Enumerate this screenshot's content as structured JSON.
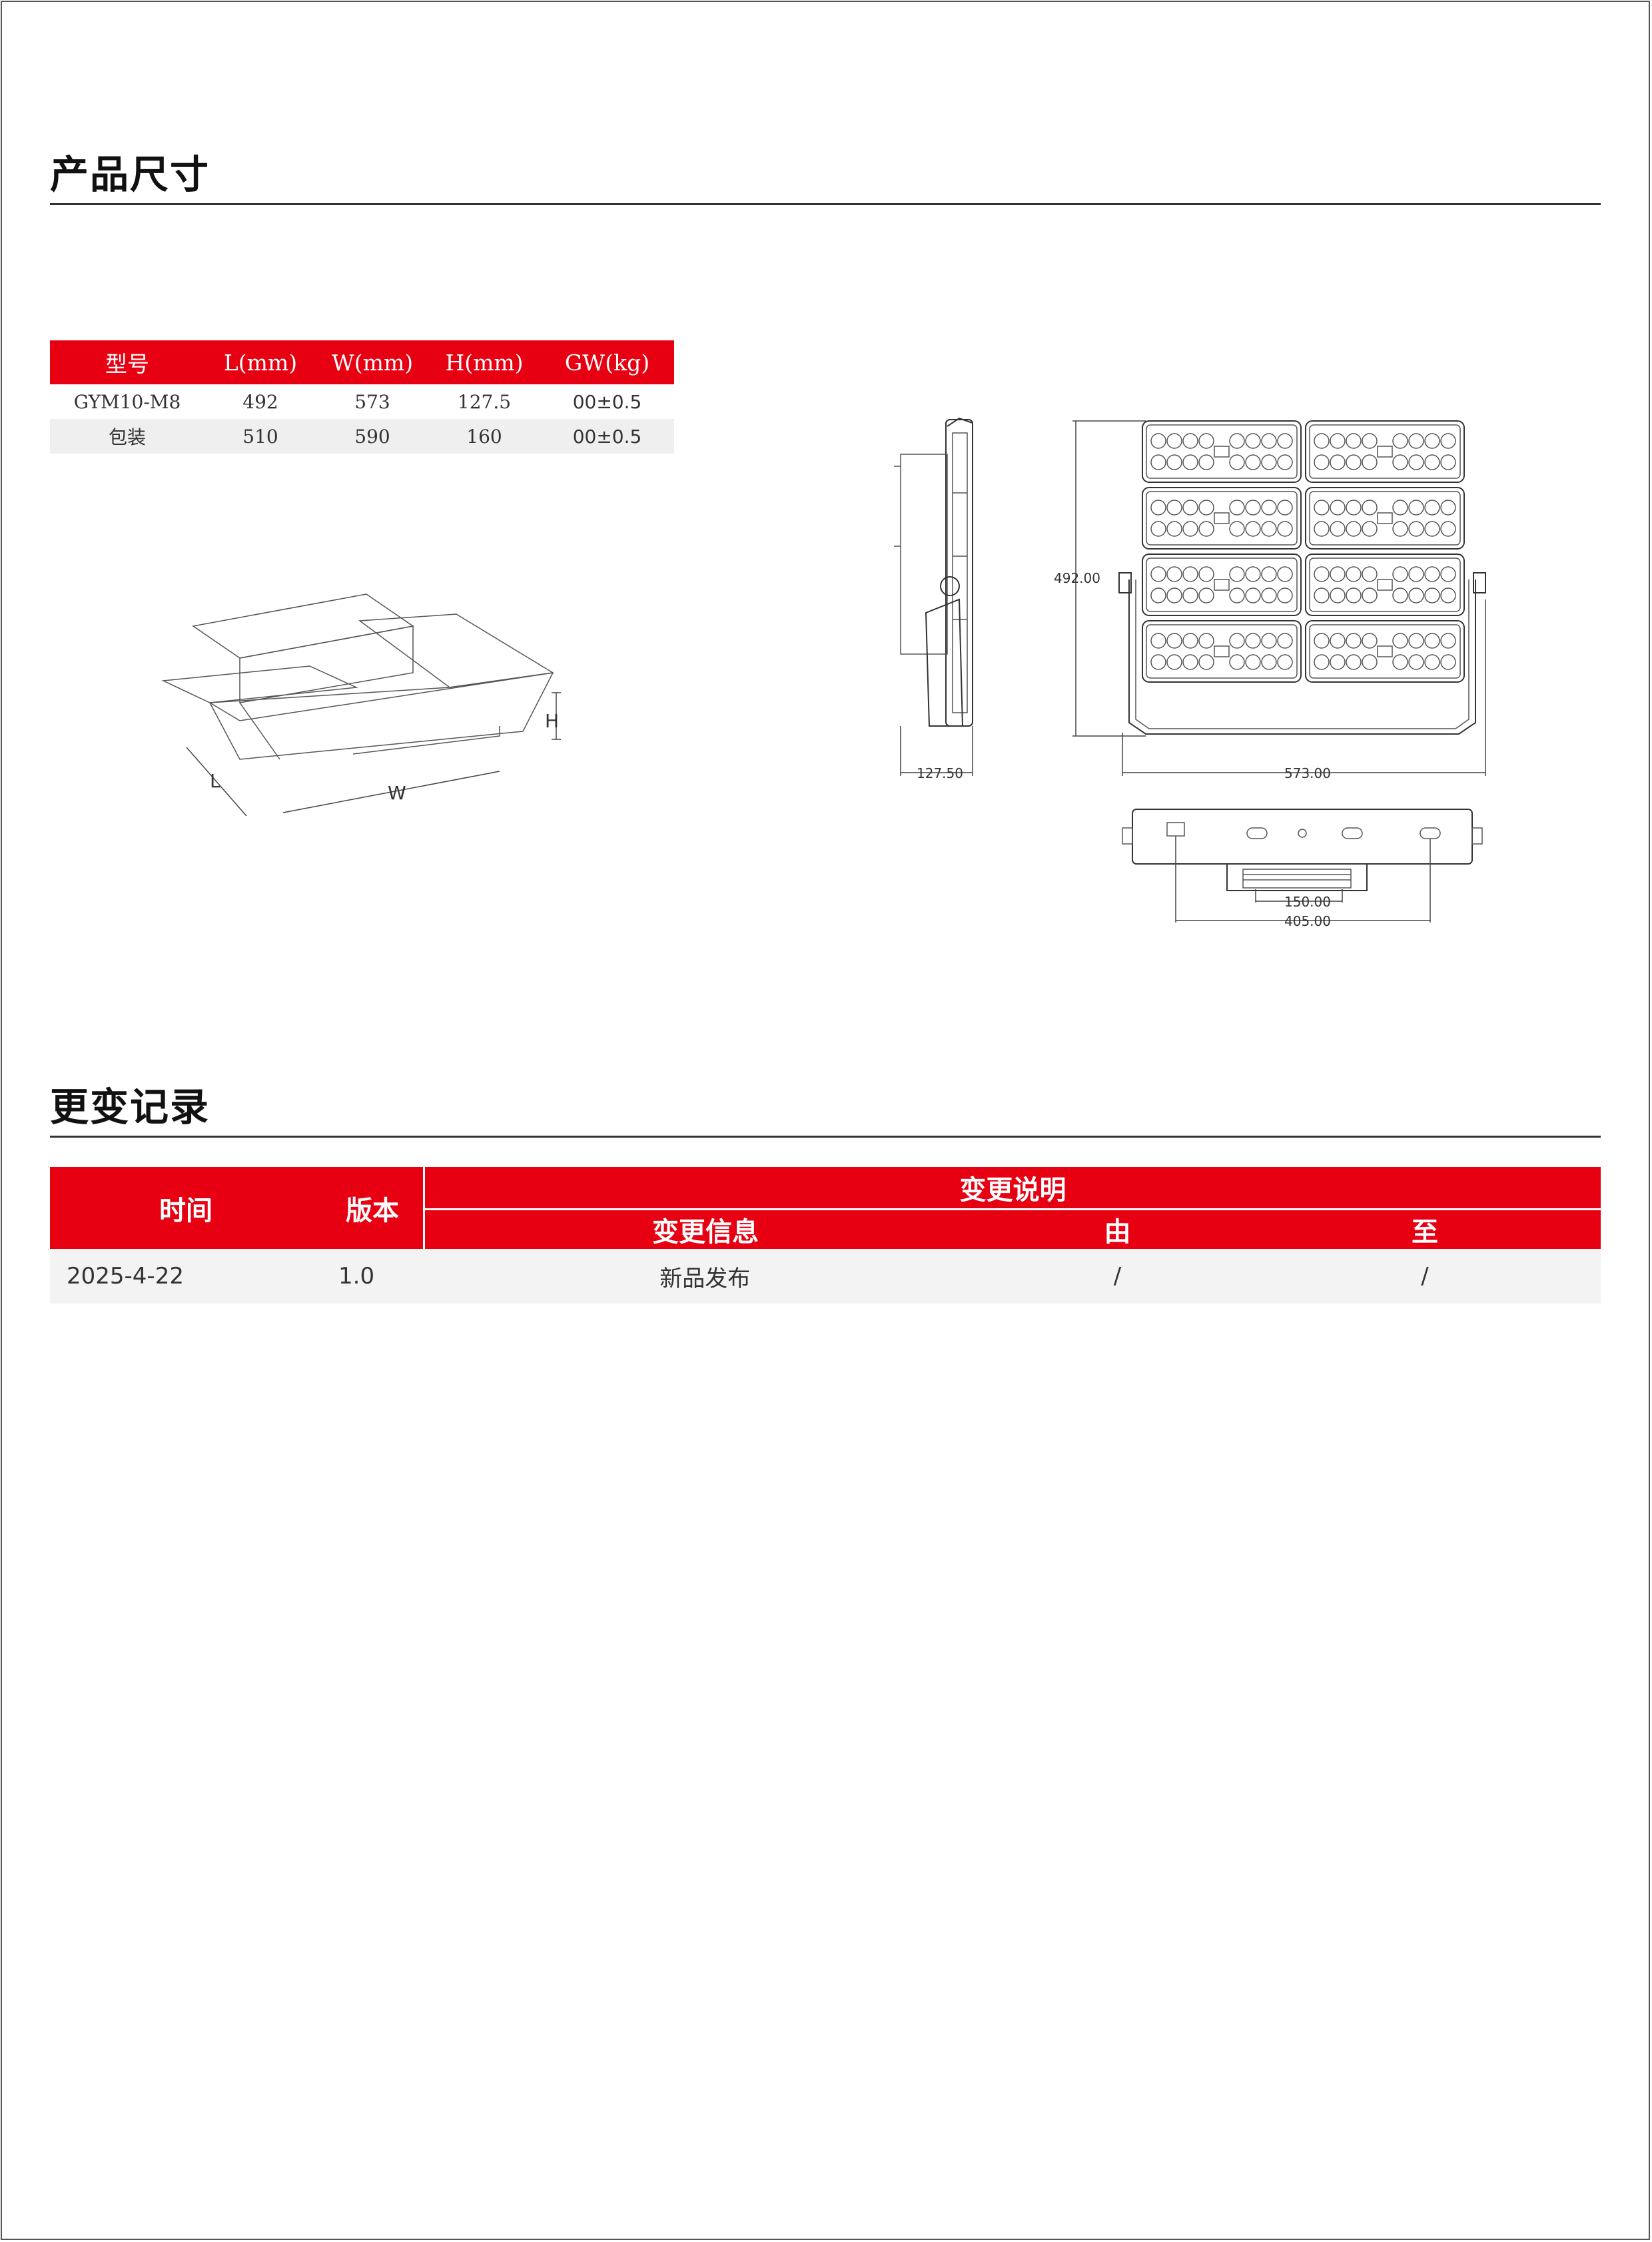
{
  "sections": {
    "dimensions_title": "产品尺寸",
    "changelog_title": "更变记录"
  },
  "spec_table": {
    "headers": [
      "型号",
      "L(mm)",
      "W(mm)",
      "H(mm)",
      "GW(kg)"
    ],
    "rows": [
      [
        "GYM10-M8",
        "492",
        "573",
        "127.5",
        "00±0.5"
      ],
      [
        "包装",
        "510",
        "590",
        "160",
        "00±0.5"
      ]
    ]
  },
  "box_labels": {
    "h": "H",
    "l": "L",
    "w": "W"
  },
  "drawing_dims": {
    "height": "492.00",
    "depth": "127.50",
    "width": "573.00",
    "inner": "150.00",
    "outer": "405.00"
  },
  "change_table": {
    "col_time": "时间",
    "col_version": "版本",
    "col_desc": "变更说明",
    "col_info": "变更信息",
    "col_from": "由",
    "col_to": "至",
    "rows": [
      {
        "time": "2025-4-22",
        "version": "1.0",
        "info": "新品发布",
        "from": "/",
        "to": "/"
      }
    ]
  }
}
